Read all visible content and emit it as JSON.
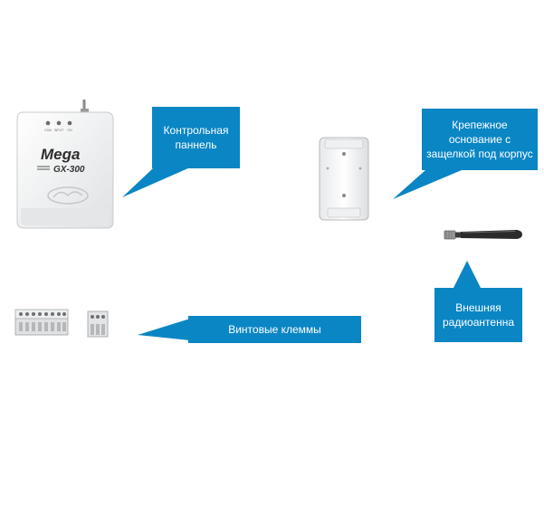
{
  "colors": {
    "callout_bg": "#0a86c4",
    "callout_text": "#ffffff",
    "device_body": "#f4f5f6",
    "device_shadow": "#d8dadc"
  },
  "device": {
    "brand": "Mega",
    "model": "GX-300",
    "leds": [
      "GSM",
      "INPUT",
      "ON"
    ]
  },
  "callouts": {
    "control_panel": {
      "lines": [
        "Контрольная",
        "паннель"
      ]
    },
    "mount_base": {
      "lines": [
        "Крепежное",
        "основание с",
        "защелкой под корпус"
      ]
    },
    "antenna": {
      "lines": [
        "Внешняя",
        "радиоантенна"
      ]
    },
    "terminals": {
      "lines": [
        "Винтовые клеммы"
      ]
    }
  },
  "icons": [
    "control-panel-device",
    "mounting-base-image",
    "antenna-image",
    "screw-terminal-8pin-image",
    "screw-terminal-3pin-image"
  ]
}
